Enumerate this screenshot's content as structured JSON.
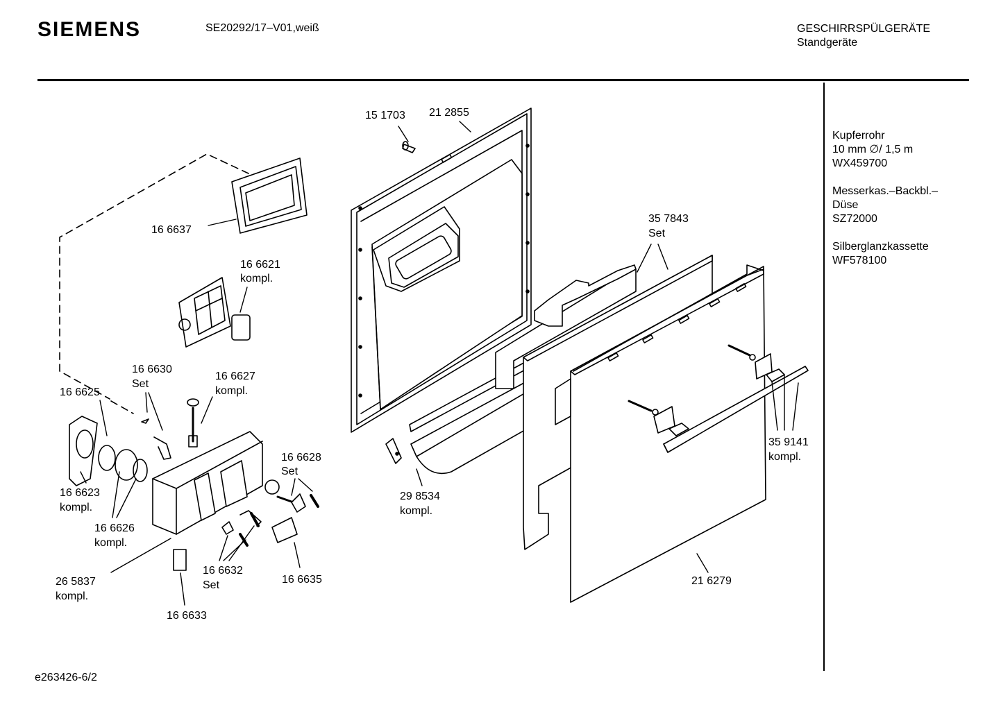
{
  "header": {
    "brand": "SIEMENS",
    "model": "SE20292/17–V01,weiß",
    "category_line1": "GESCHIRRSPÜLGERÄTE",
    "category_line2": "Standgeräte"
  },
  "footer": {
    "doc_id": "e263426-6/2"
  },
  "accessories": [
    {
      "lines": [
        "Kupferrohr",
        "10 mm ∅/ 1,5 m",
        "WX459700"
      ]
    },
    {
      "lines": [
        "Messerkas.–Backbl.–",
        "Düse",
        "SZ72000"
      ]
    },
    {
      "lines": [
        "Silberglanzkassette",
        "WF578100"
      ]
    }
  ],
  "parts": {
    "p151703": "15 1703",
    "p212855": "21 2855",
    "p166637": "16 6637",
    "p166621": [
      "16 6621",
      "kompl."
    ],
    "p357843": [
      "35 7843",
      "Set"
    ],
    "p166630": [
      "16 6630",
      "Set"
    ],
    "p166627": [
      "16 6627",
      "kompl."
    ],
    "p166625": "16 6625",
    "p166628": [
      "16 6628",
      "Set"
    ],
    "p359141": [
      "35 9141",
      "kompl."
    ],
    "p166623": [
      "16 6623",
      "kompl."
    ],
    "p298534": [
      "29 8534",
      "kompl."
    ],
    "p166626": [
      "16 6626",
      "kompl."
    ],
    "p166632": [
      "16 6632",
      "Set"
    ],
    "p166635": "16 6635",
    "p265837": [
      "26 5837",
      "kompl."
    ],
    "p216279": "21 6279",
    "p166633": "16 6633"
  }
}
